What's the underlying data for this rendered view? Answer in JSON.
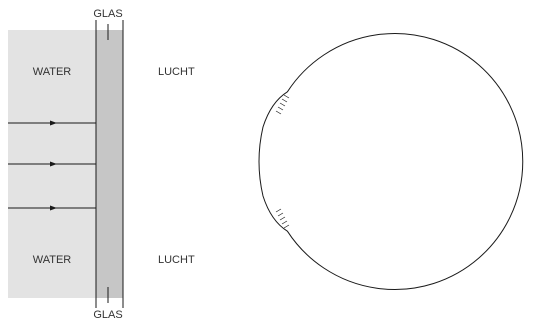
{
  "labels": {
    "glass_top": "GLAS",
    "glass_bottom": "GLAS",
    "water_top": "WATER",
    "water_bottom": "WATER",
    "air_top": "LUCHT",
    "air_bottom": "LUCHT"
  },
  "colors": {
    "water_fill": "#e3e3e3",
    "glass_fill": "#c6c6c6",
    "stroke": "#1a1a1a",
    "text": "#333333"
  }
}
